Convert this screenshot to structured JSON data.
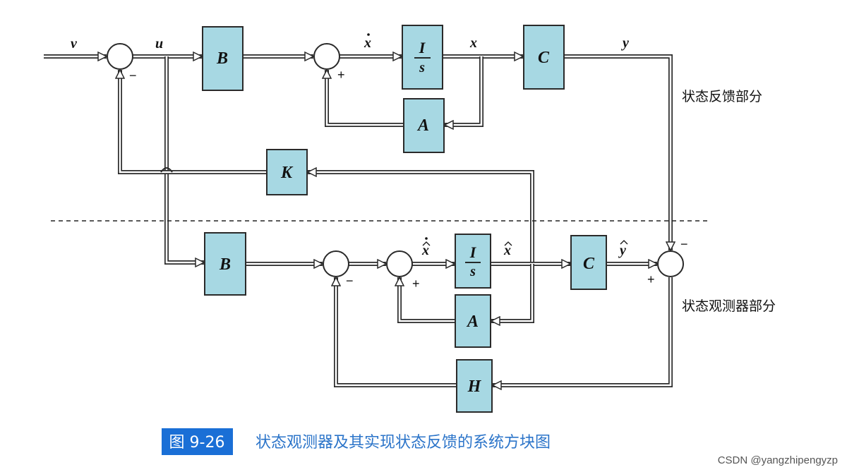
{
  "blocks": {
    "b_top": "B",
    "int_top_num": "I",
    "int_top_den": "s",
    "c_top": "C",
    "a_top": "A",
    "k": "K",
    "b_obs": "B",
    "int_obs_num": "I",
    "int_obs_den": "s",
    "c_obs": "C",
    "a_obs": "A",
    "h": "H"
  },
  "signals": {
    "v": "v",
    "u": "u",
    "xdot": "x",
    "x": "x",
    "y": "y",
    "xhatdot": "x",
    "xhat": "x",
    "yhat": "y"
  },
  "signs": {
    "s1_minus": "−",
    "s2_plus": "+",
    "s3_minus": "−",
    "s4_plus": "+",
    "s5_minus": "−",
    "s5_plus": "+"
  },
  "section_labels": {
    "feedback": "状态反馈部分",
    "observer": "状态观测器部分"
  },
  "caption": {
    "number": "图 9-26",
    "text": "状态观测器及其实现状态反馈的系统方块图"
  },
  "watermark": "CSDN @yangzhipengyzp",
  "colors": {
    "block_fill": "#a7d8e3",
    "caption_text": "#2b74c9",
    "caption_badge": "#1a6fd6"
  }
}
